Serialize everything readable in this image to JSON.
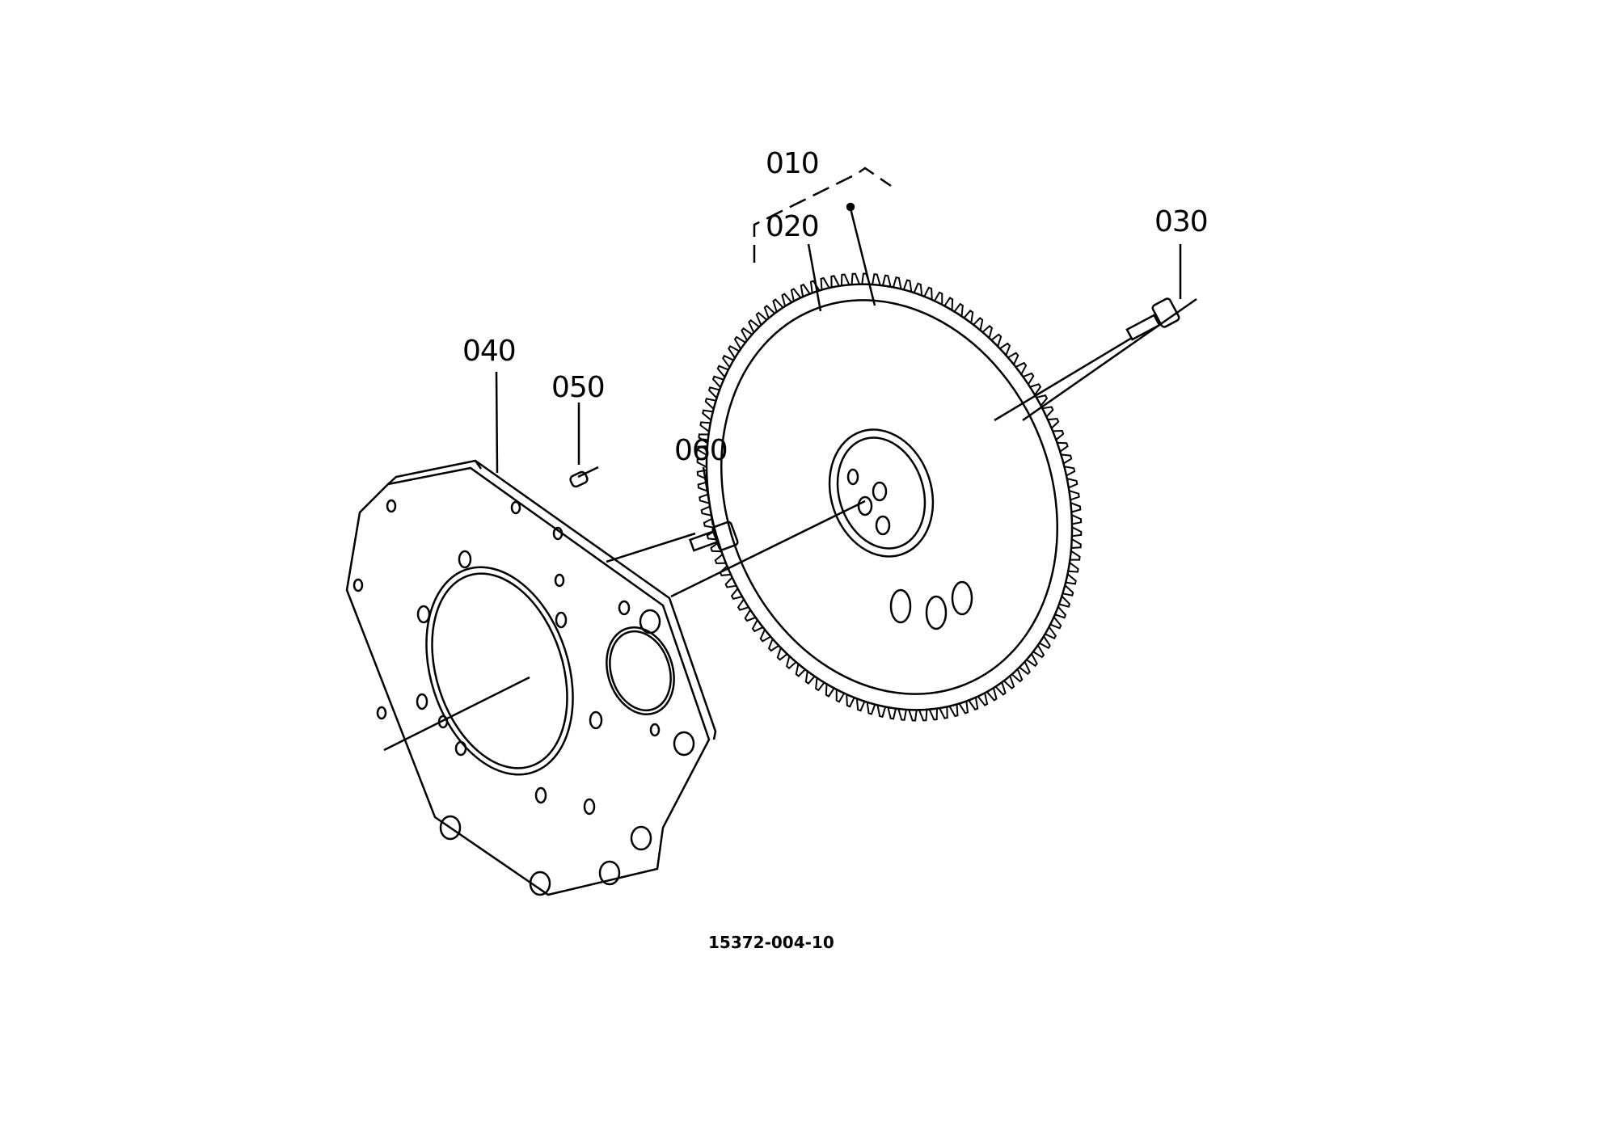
{
  "callouts": {
    "p010": "010",
    "p020": "020",
    "p030": "030",
    "p040": "040",
    "p050": "050",
    "p060": "060"
  },
  "drawing_number": "15372-004-10",
  "colors": {
    "ink": "#000000",
    "paper": "#ffffff"
  }
}
